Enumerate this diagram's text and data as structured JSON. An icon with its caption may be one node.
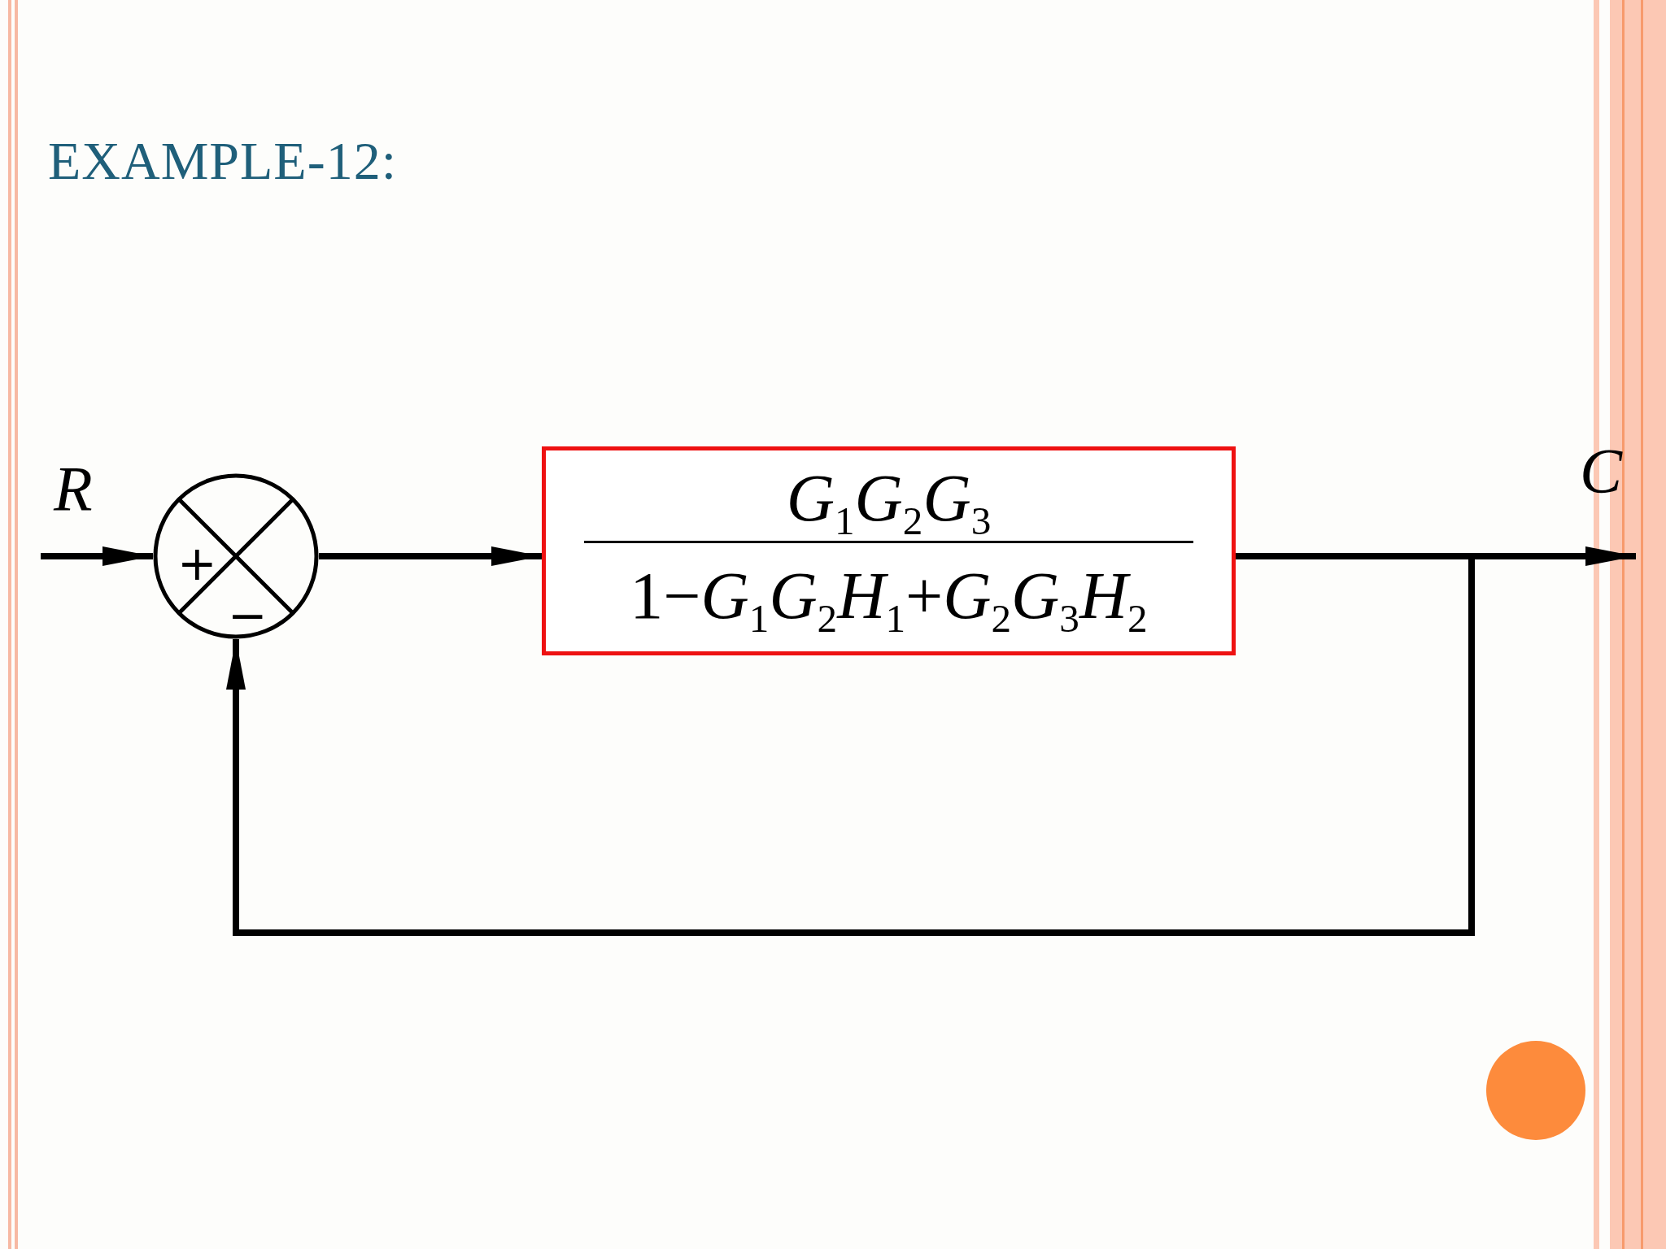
{
  "diagram": {
    "title": "EXAMPLE-12:",
    "nodes": [
      {
        "text": [
          "+",
          "−"
        ]
      },
      {
        "text": [
          "*G*$_{1}$*G*$_{2}$*G*$_{3}$",
          "1−*G*$_{1}$*G*$_{2}$*H*$_{1}$+*G*$_{2}$*G*$_{3}$*H*$_{2}$"
        ]
      }
    ],
    "edges": [
      {
        "from": null,
        "to": 0,
        "arrow": "to"
      },
      {
        "from": 0,
        "to": 1,
        "arrow": "to"
      },
      {
        "from": 1,
        "to": null,
        "arrow": "to"
      },
      {
        "from": 1,
        "to": 0,
        "arrow": "to"
      }
    ],
    "labels": [
      "R",
      "C"
    ]
  }
}
